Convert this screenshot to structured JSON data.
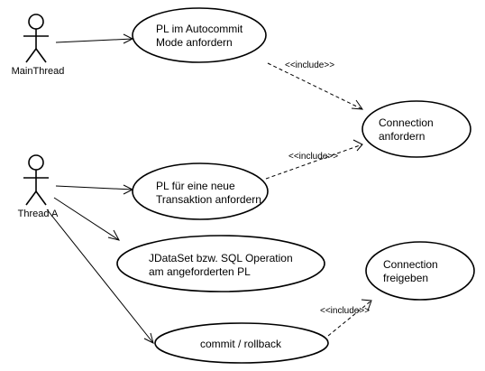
{
  "actors": {
    "main_thread": {
      "label": "MainThread"
    },
    "thread_a": {
      "label": "Thread A"
    }
  },
  "use_cases": {
    "autocommit": {
      "lines": [
        "PL im Autocommit",
        "Mode anfordern"
      ]
    },
    "conn_request": {
      "lines": [
        "Connection",
        "anfordern"
      ]
    },
    "new_tx": {
      "lines": [
        "PL für eine neue",
        "Transaktion anfordern"
      ]
    },
    "jdataset": {
      "lines": [
        "JDataSet bzw. SQL Operation",
        "am angeforderten PL"
      ]
    },
    "conn_release": {
      "lines": [
        "Connection",
        "freigeben"
      ]
    },
    "commit": {
      "lines": [
        "commit / rollback"
      ]
    }
  },
  "relations": {
    "include_label": "<<include>>"
  }
}
